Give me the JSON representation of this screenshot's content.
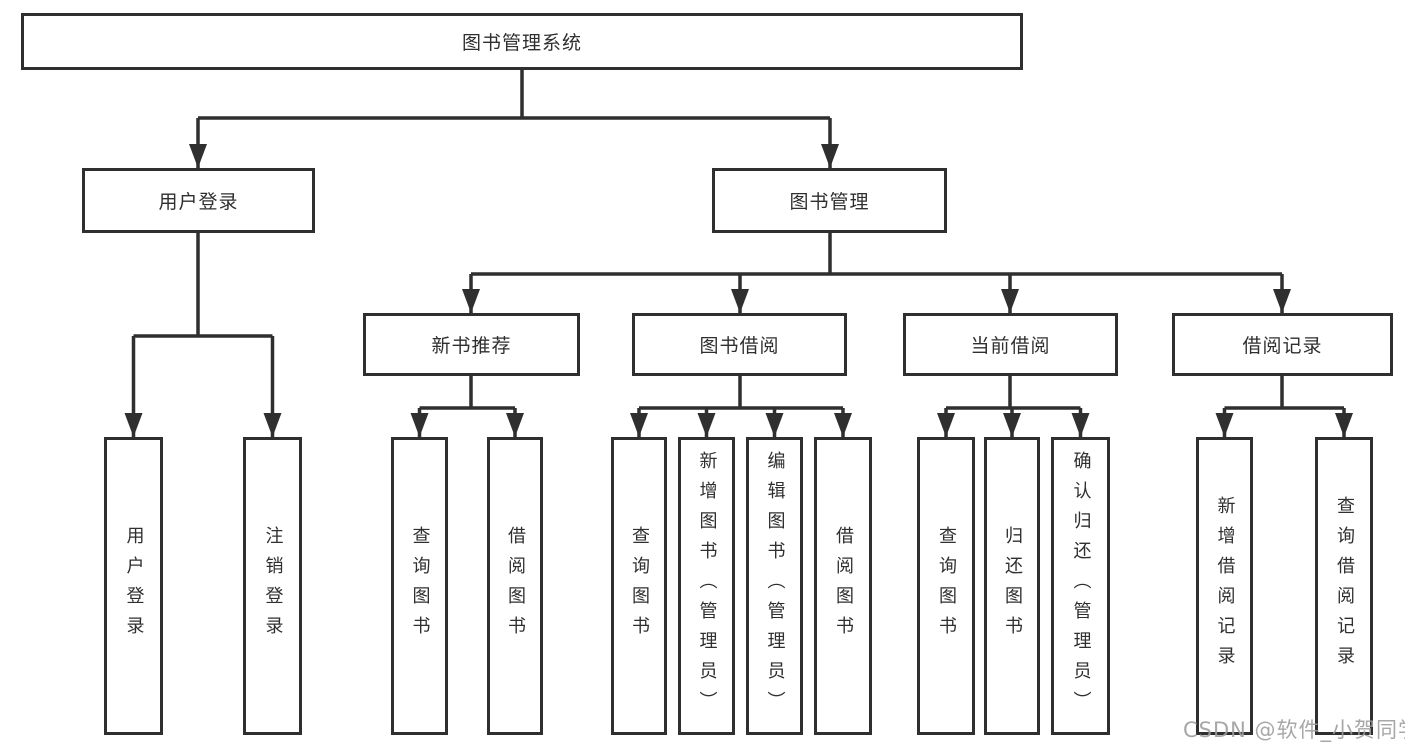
{
  "tree": {
    "root": {
      "label": "图书管理系统"
    },
    "branches": [
      {
        "label": "用户登录",
        "children": [
          {
            "label": "用户登录"
          },
          {
            "label": "注销登录"
          }
        ]
      },
      {
        "label": "图书管理",
        "groups": [
          {
            "label": "新书推荐",
            "children": [
              {
                "label": "查询图书"
              },
              {
                "label": "借阅图书"
              }
            ]
          },
          {
            "label": "图书借阅",
            "children": [
              {
                "label": "查询图书"
              },
              {
                "label": "新增图书（管理员）"
              },
              {
                "label": "编辑图书（管理员）"
              },
              {
                "label": "借阅图书"
              }
            ]
          },
          {
            "label": "当前借阅",
            "children": [
              {
                "label": "查询图书"
              },
              {
                "label": "归还图书"
              },
              {
                "label": "确认归还（管理员）"
              }
            ]
          },
          {
            "label": "借阅记录",
            "children": [
              {
                "label": "新增借阅记录"
              },
              {
                "label": "查询借阅记录"
              }
            ]
          }
        ]
      }
    ]
  },
  "watermark": {
    "text": "CSDN @软件_小贺同学"
  },
  "colors": {
    "line": "#2f2f2f",
    "box_border": "#2f2f2f",
    "text": "#2f2f2f",
    "watermark": "#9e9e9e",
    "background": "#ffffff"
  }
}
